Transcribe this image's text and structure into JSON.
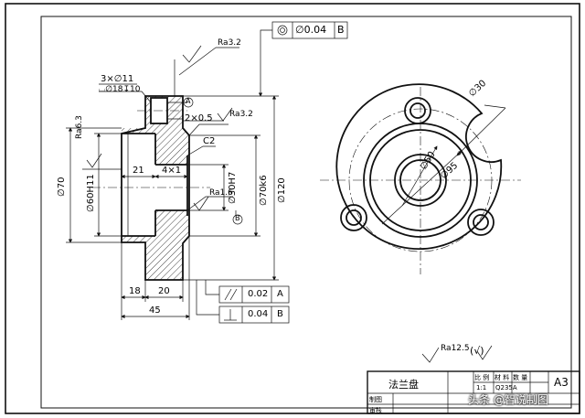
{
  "fcf_top": {
    "symbol": "concentricity",
    "value": "∅0.04",
    "datum": "B"
  },
  "fcf_parallel": {
    "symbol": "parallelism",
    "value": "0.02",
    "datum": "A"
  },
  "fcf_perpendicular": {
    "symbol": "perpendicularity",
    "value": "0.04",
    "datum": "B"
  },
  "roughness": {
    "top": "Ra3.2",
    "face": "Ra3.2",
    "bore": "Ra6.3",
    "step": "Ra1.6",
    "general": "Ra12.5",
    "general_extra": "(√)"
  },
  "datums": {
    "a": "A",
    "b": "B"
  },
  "dims": {
    "holes": "3×∅11",
    "counterbore": "⌴∅18↧10",
    "chamfer": "2×0.5",
    "c2": "C2",
    "dia70": "∅70",
    "dia60": "∅60H11",
    "d21": "21",
    "d4x1": "4×1",
    "dia30": "∅30H7",
    "dia70k6": "∅70k6",
    "dia120": "∅120",
    "d18": "18",
    "d20": "20",
    "d45": "45",
    "d30": "∅30",
    "d50": "∅50",
    "d95": "∅95"
  },
  "title_block": {
    "name": "法兰盘",
    "scale_hdr": "比 例",
    "material_hdr": "材 料",
    "qty_hdr": "数 量",
    "scale": "1:1",
    "material": "Q235A",
    "sheet": "A3",
    "drawn": "制图",
    "checked": "审核"
  },
  "watermark": "头条 @智说制图"
}
